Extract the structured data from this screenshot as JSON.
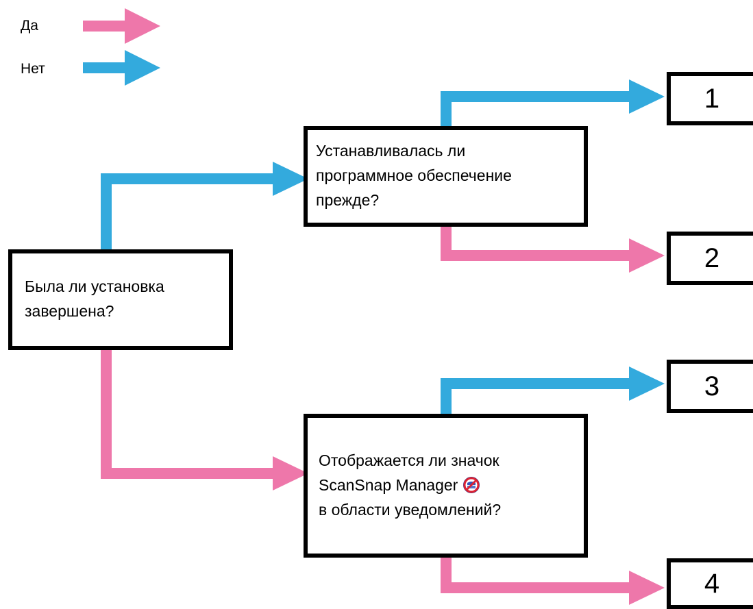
{
  "colors": {
    "yes": "#ee77aa",
    "no": "#33aadd"
  },
  "legend": {
    "yes_label": "Да",
    "no_label": "Нет"
  },
  "questions": {
    "q1": {
      "text": "Была ли установка завершена?"
    },
    "q2": {
      "text": "Устанавливалась ли программное обеспечение прежде?"
    },
    "q3": {
      "line1": "Отображается ли значок",
      "line2_app": "ScanSnap Manager",
      "line2_icon": "scansnap-manager-disconnected-icon",
      "line3": "в области уведомлений?"
    }
  },
  "results": {
    "r1": "1",
    "r2": "2",
    "r3": "3",
    "r4": "4"
  }
}
